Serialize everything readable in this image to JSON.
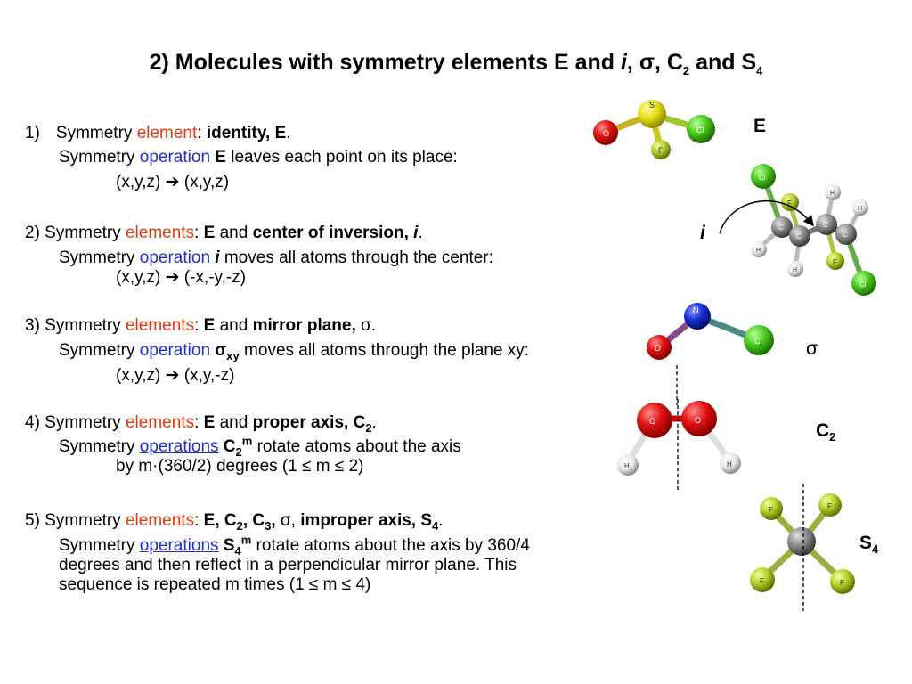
{
  "title": {
    "prefix": "2) Molecules with symmetry elements E and ",
    "i": "i",
    "sep1": ", ",
    "sigma": "σ",
    "sep2": ", C",
    "c2_sub": "2",
    "and_s": " and S",
    "s4_sub": "4"
  },
  "item1": {
    "num": "1)",
    "symmetry": "Symmetry ",
    "element_word": "element",
    "colon": ": ",
    "bold": "identity, E",
    "period": ".",
    "op_prefix": "Symmetry ",
    "op_word": "operation",
    "op_bold": " E",
    "op_rest": " leaves each point on its place:",
    "transform_lhs": "(x,y,z) ",
    "arrow": "➔",
    "transform_rhs": " (x,y,z)"
  },
  "item2": {
    "num": "2)",
    "symmetry": " Symmetry ",
    "element_word": "elements",
    "colon": ": ",
    "E": "E",
    "and": " and ",
    "bold": "center of inversion, ",
    "i": "i",
    "period": ".",
    "op_prefix": "Symmetry ",
    "op_word": "operation",
    "op_i": " i",
    "op_rest": " moves all atoms through the center:",
    "transform_lhs": "(x,y,z) ",
    "arrow": "➔",
    "transform_rhs": " (-x,-y,-z)"
  },
  "item3": {
    "num": "3)",
    "symmetry": " Symmetry ",
    "element_word": "elements",
    "colon": ": ",
    "E": "E",
    "and": " and ",
    "bold": "mirror plane, ",
    "sigma": "σ",
    "period": ".",
    "op_prefix": "Symmetry ",
    "op_word": "operation",
    "op_sigma": " σ",
    "op_sub": "xy",
    "op_rest": " moves all atoms through the plane xy:",
    "transform_lhs": "(x,y,z) ",
    "arrow": "➔",
    "transform_rhs": " (x,y,-z)"
  },
  "item4": {
    "num": "4)",
    "symmetry": " Symmetry ",
    "element_word": "elements",
    "colon": ": ",
    "E": "E",
    "and": " and ",
    "bold": "proper axis, C",
    "bold_sub": "2",
    "period": ".",
    "op_prefix": "Symmetry ",
    "op_word": "operations",
    "op_c": " C",
    "op_sub": "2",
    "op_sup": "m",
    "op_rest": " rotate atoms about the axis",
    "line2": "by m·(360/2) degrees (1 ≤ m ≤ 2)"
  },
  "item5": {
    "num": "5)",
    "symmetry": " Symmetry ",
    "element_word": "elements",
    "colon": ": ",
    "b1": "E, C",
    "b1_sub": "2",
    "b2": ", C",
    "b2_sub": "3",
    "b3": ", ",
    "sigma": "σ",
    "b4": ", ",
    "bold": "improper axis, S",
    "bold_sub": "4",
    "period": ".",
    "op_prefix": " Symmetry ",
    "op_word": "operations",
    "op_s": " S",
    "op_sub": "4",
    "op_sup": "m",
    "op_rest": " rotate atoms about the axis by 360/4",
    "line2": "degrees and then reflect in a perpendicular mirror plane. This",
    "line3": "sequence is repeated m times (1 ≤ m ≤ 4)"
  },
  "figure_labels": {
    "E": "E",
    "i": "i",
    "sigma": "σ",
    "C": "C",
    "C_sub": "2",
    "S": "S",
    "S_sub": "4"
  },
  "atom_labels": {
    "O": "O",
    "S": "S",
    "Cl": "Cl",
    "F": "F",
    "N": "N",
    "H": "H",
    "C": "C"
  },
  "colors": {
    "element_red": "#e23b12",
    "operation_blue": "#1f2fc4",
    "oxygen": "#e01010",
    "sulfur": "#e6e01a",
    "chlorine": "#4ccb1e",
    "fluorine": "#b3d22a",
    "nitrogen": "#1a2fd8",
    "hydrogen": "#e6e6e6",
    "carbon": "#8c8c8c"
  }
}
